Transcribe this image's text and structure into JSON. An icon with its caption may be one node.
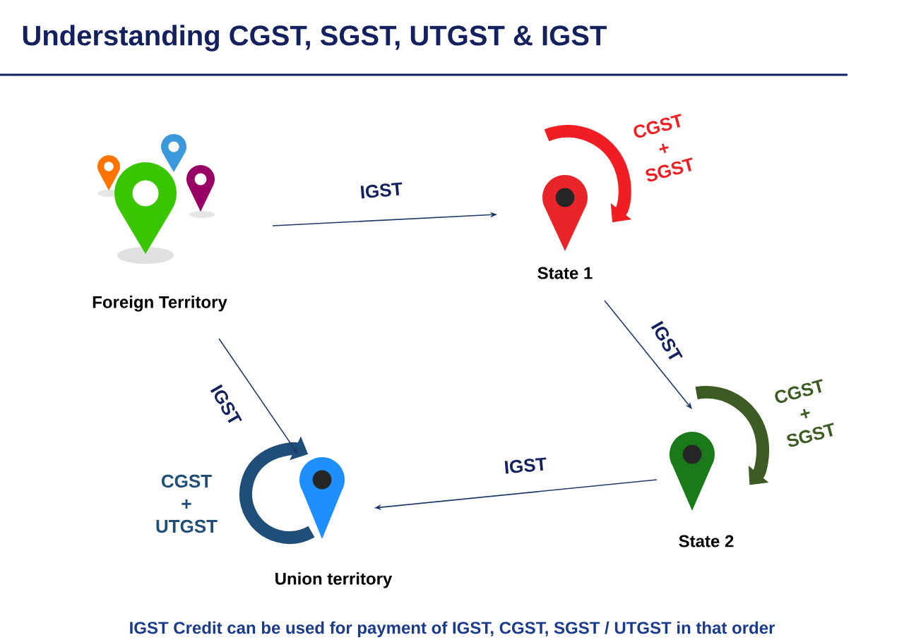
{
  "diagram": {
    "title": "Understanding CGST, SGST, UTGST & IGST",
    "caption": "IGST Credit can be used for payment of IGST, CGST, SGST / UTGST in that order",
    "nodes": [
      {
        "text": [
          "Foreign Territory"
        ]
      },
      {
        "text": [
          "State 1"
        ]
      },
      {
        "text": [
          "State 2"
        ]
      },
      {
        "text": [
          "Union territory"
        ]
      }
    ],
    "labels": [
      "CGST + SGST",
      "CGST + SGST",
      "CGST + UTGST"
    ],
    "edges": [
      {
        "from": 0,
        "to": 1,
        "arrow": "to",
        "label": "IGST"
      },
      {
        "from": 1,
        "to": 2,
        "arrow": "to",
        "label": "IGST"
      },
      {
        "from": 2,
        "to": 3,
        "arrow": "to",
        "label": "IGST"
      },
      {
        "from": 0,
        "to": 3,
        "arrow": "to",
        "label": "IGST"
      }
    ]
  }
}
